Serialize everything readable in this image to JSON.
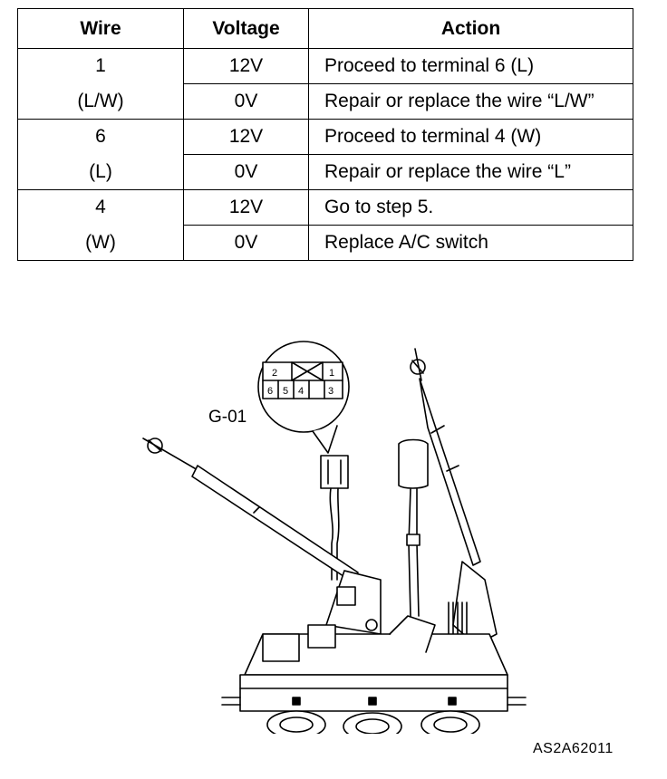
{
  "table": {
    "headers": {
      "wire": "Wire",
      "voltage": "Voltage",
      "action": "Action"
    },
    "rows": [
      {
        "wire": "1",
        "voltage": "12V",
        "action": "Proceed to terminal 6 (L)"
      },
      {
        "wire": "(L/W)",
        "voltage": "0V",
        "action": "Repair or replace the wire “L/W”"
      },
      {
        "wire": "6",
        "voltage": "12V",
        "action": "Proceed to terminal 4 (W)"
      },
      {
        "wire": "(L)",
        "voltage": "0V",
        "action": "Repair or replace the wire “L”"
      },
      {
        "wire": "4",
        "voltage": "12V",
        "action": "Go to step 5."
      },
      {
        "wire": "(W)",
        "voltage": "0V",
        "action": "Replace A/C switch"
      }
    ]
  },
  "diagram": {
    "connector_label": "G-01",
    "pins": [
      "2",
      "1",
      "6",
      "5",
      "4",
      "3"
    ],
    "figure_code": "AS2A62011"
  }
}
